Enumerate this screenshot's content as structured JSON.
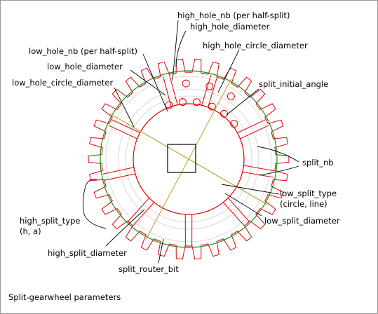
{
  "caption": "Split-gearwheel parameters",
  "labels": {
    "high_hole_nb": "high_hole_nb (per half-split)",
    "high_hole_diameter": "high_hole_diameter",
    "low_hole_nb": "low_hole_nb (per half-split)",
    "high_hole_circle_diameter": "high_hole_circle_diameter",
    "low_hole_diameter": "low_hole_diameter",
    "low_hole_circle_diameter": "low_hole_circle_diameter",
    "split_initial_angle": "split_initial_angle",
    "split_nb": "split_nb",
    "low_split_type_line1": "low_split_type",
    "low_split_type_line2": "(circle, line)",
    "low_split_diameter": "low_split_diameter",
    "high_split_type_line1": "high_split_type",
    "high_split_type_line2": "(h, a)",
    "high_split_diameter": "high_split_diameter",
    "split_router_bit": "split_router_bit"
  },
  "colors": {
    "gear_outline": "#e00000",
    "pitch_circle": "#1a8c1a",
    "axis_lines": "#b8a030",
    "construction": "#d8d8d8",
    "leader_lines": "#000000"
  },
  "gear": {
    "tooth_count": 34
  }
}
